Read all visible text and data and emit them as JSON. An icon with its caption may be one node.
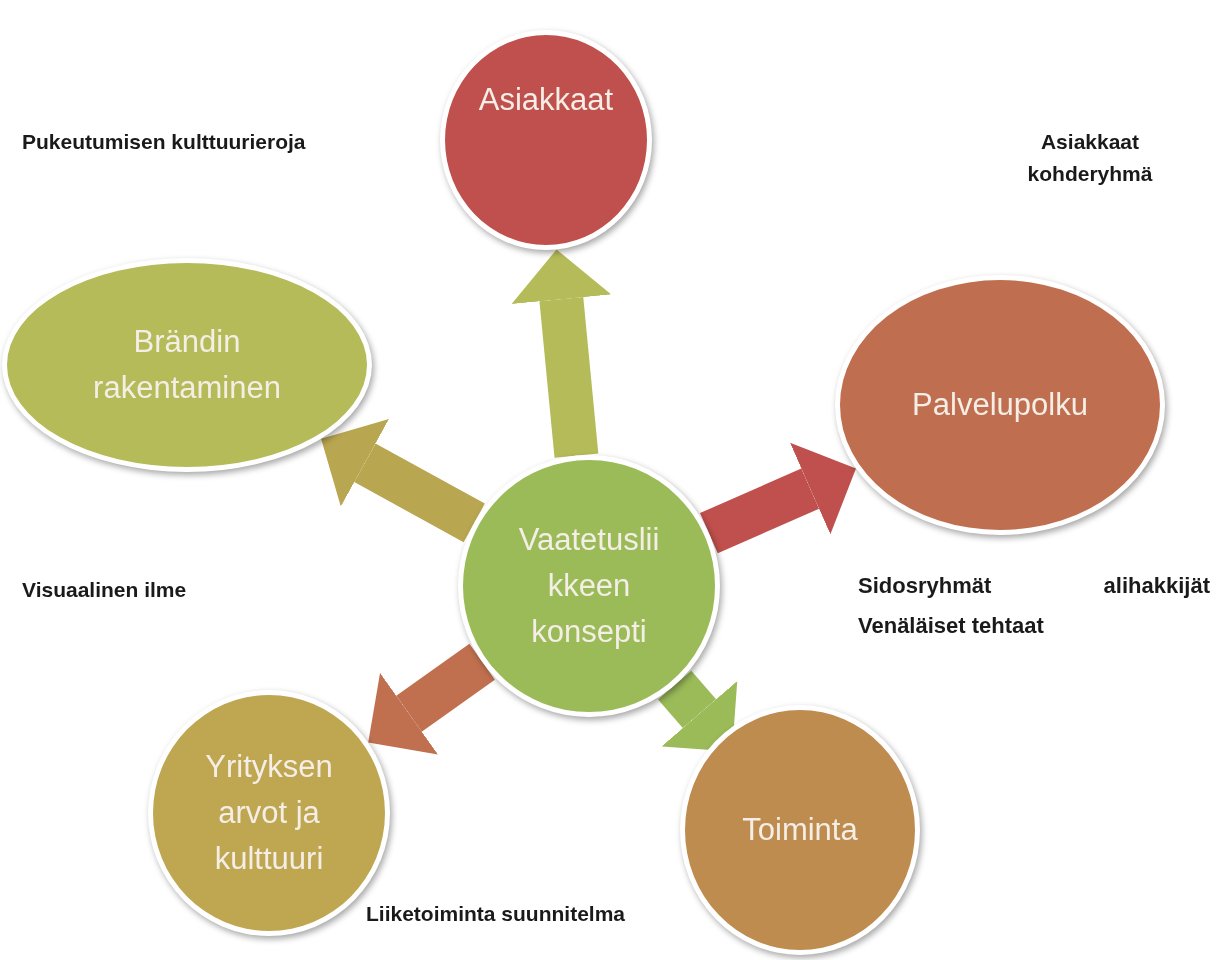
{
  "diagram": {
    "nodes": [
      {
        "text": [
          "Asiakkaat"
        ]
      },
      {
        "text": [
          "Brändin rakentaminen"
        ]
      },
      {
        "text": [
          "Vaatetuslii kkeen konsepti"
        ]
      },
      {
        "text": [
          "Palvelupolku"
        ]
      },
      {
        "text": [
          "Yrityksen arvot ja kulttuuri"
        ]
      },
      {
        "text": [
          "Toiminta"
        ]
      }
    ],
    "edges": [
      {
        "from": 2,
        "to": 0,
        "arrow": "to",
        "color": "#b5bb58"
      },
      {
        "from": 2,
        "to": 1,
        "arrow": "to",
        "color": "#b9a650"
      },
      {
        "from": 2,
        "to": 3,
        "arrow": "to",
        "color": "#c0504d"
      },
      {
        "from": 2,
        "to": 4,
        "arrow": "to",
        "color": "#c0704f"
      },
      {
        "from": 2,
        "to": 5,
        "arrow": "to",
        "color": "#9bbb59"
      }
    ],
    "labels": [
      "Pukeutumisen kulttuurieroja",
      "Asiakkaat kohderyhmä",
      "Visuaalinen ilme",
      "Sidosryhmät alihakkijät Venäläiset tehtaat",
      "Liiketoiminta suunnitelma"
    ]
  }
}
